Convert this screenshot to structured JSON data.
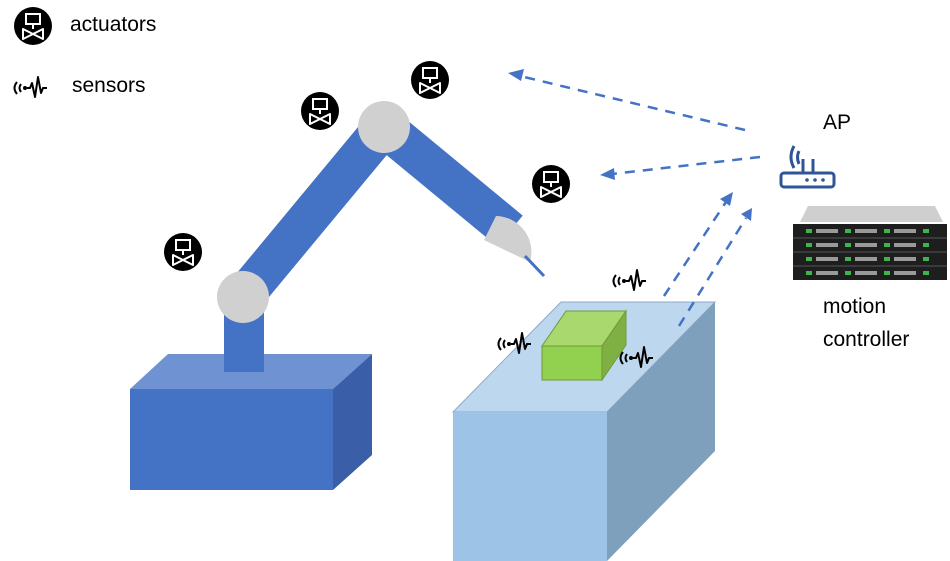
{
  "legend": {
    "actuators_label": "actuators",
    "sensors_label": "sensors",
    "actuator_icon": "actuator-valve-icon",
    "sensor_icon": "sensor-signal-icon"
  },
  "labels": {
    "ap": "AP",
    "controller_line1": "motion",
    "controller_line2": "controller"
  },
  "icons": {
    "access_point": "wifi-router-icon",
    "server": "server-rack-icon"
  },
  "colors": {
    "robot_blue": "#4472c4",
    "robot_dark_blue": "#3a5fa8",
    "robot_joint": "#d0d0d0",
    "table_front": "#9dc3e6",
    "table_top": "#bdd7ee",
    "table_side": "#7fa0bd",
    "object_green": "#92d050",
    "link_dash": "#4472c4"
  }
}
